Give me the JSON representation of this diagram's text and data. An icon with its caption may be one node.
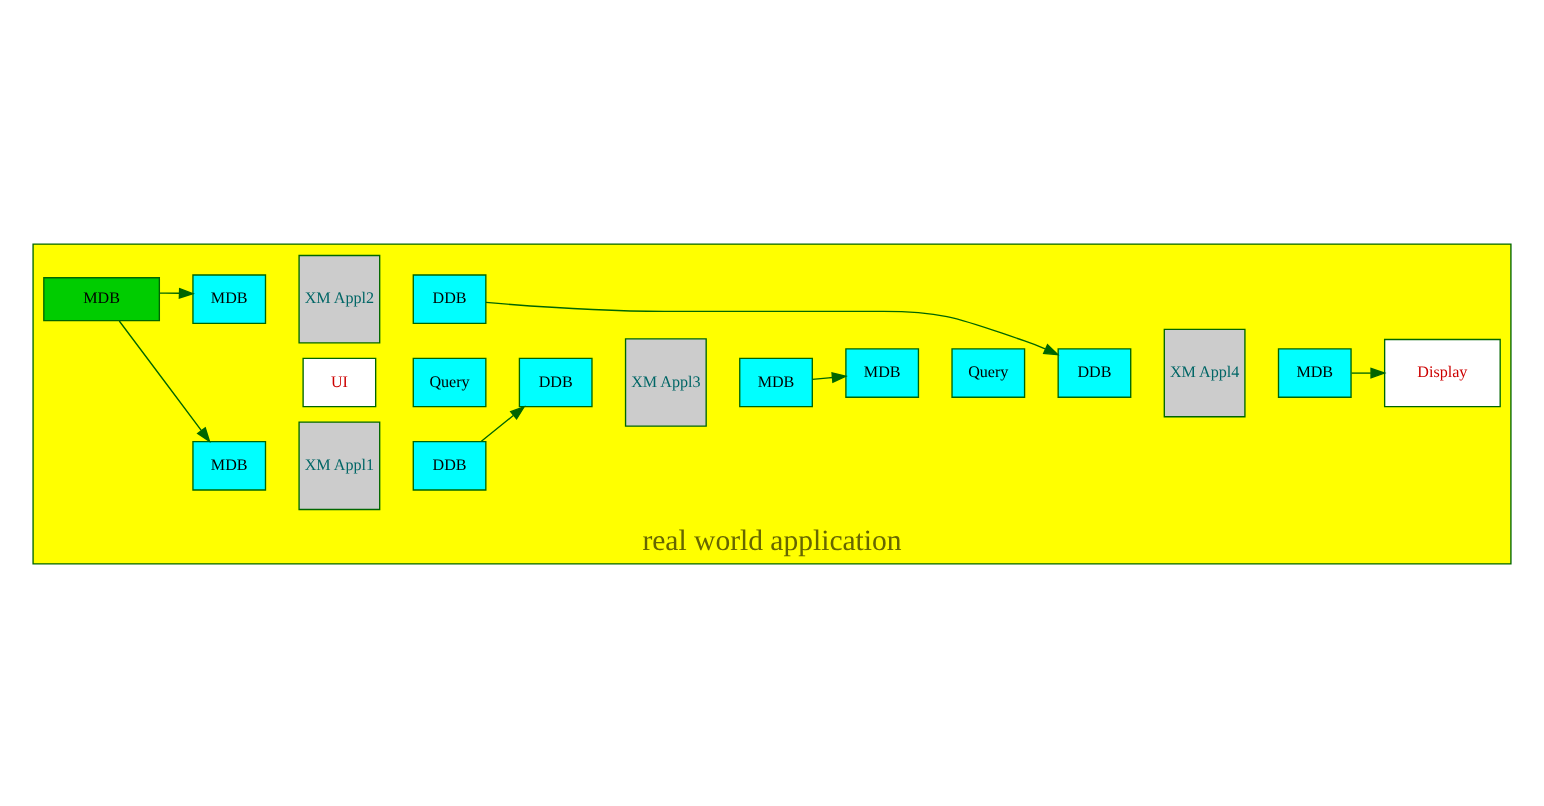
{
  "diagram": {
    "nodes": [
      {
        "text": [
          "real world application"
        ]
      },
      {
        "text": [
          "MDB"
        ],
        "in": 0
      },
      {
        "text": [
          "XM Appl1"
        ],
        "in": 0
      },
      {
        "text": [
          "DDB"
        ],
        "in": 0
      },
      {
        "text": [
          "UI"
        ],
        "in": 0
      },
      {
        "text": [
          "Query"
        ],
        "in": 0
      },
      {
        "text": [
          "DDB"
        ],
        "in": 0
      },
      {
        "text": [
          "XM Appl3"
        ],
        "in": 0
      },
      {
        "text": [
          "MDB"
        ],
        "in": 0
      },
      {
        "text": [
          "Display"
        ],
        "in": 0
      },
      {
        "text": [
          "MDB"
        ],
        "in": 0
      },
      {
        "text": [
          "MDB"
        ],
        "in": 0
      },
      {
        "text": [
          "XM Appl2"
        ],
        "in": 0
      },
      {
        "text": [
          "DDB"
        ],
        "in": 0
      },
      {
        "text": [
          "MDB"
        ],
        "in": 0
      },
      {
        "text": [
          "Query"
        ],
        "in": 0
      },
      {
        "text": [
          "DDB"
        ],
        "in": 0
      },
      {
        "text": [
          "XM Appl4"
        ],
        "in": 0
      },
      {
        "text": [
          "MDB"
        ],
        "in": 0
      }
    ],
    "edges": [
      {
        "from": 10,
        "to": 1,
        "arrow": "to"
      },
      {
        "from": 3,
        "to": 6,
        "arrow": "to"
      },
      {
        "from": 8,
        "to": 14,
        "arrow": "to"
      },
      {
        "from": 10,
        "to": 11,
        "arrow": "to"
      },
      {
        "from": 13,
        "to": 16,
        "arrow": "to"
      },
      {
        "from": 18,
        "to": 9,
        "arrow": "to"
      }
    ]
  }
}
